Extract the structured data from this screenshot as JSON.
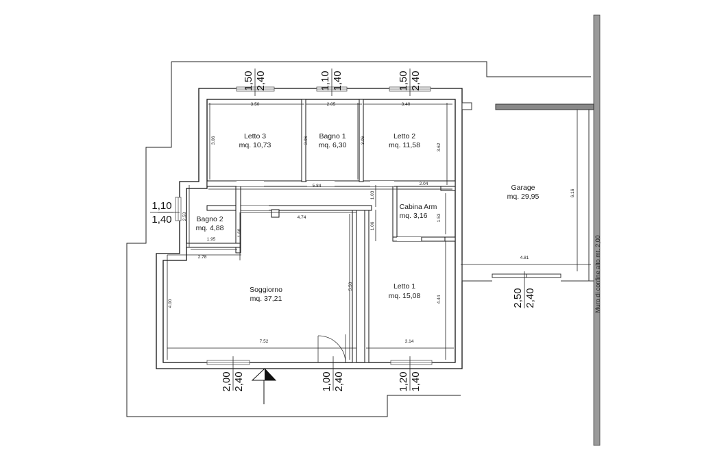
{
  "rooms": {
    "letto3": {
      "name": "Letto 3",
      "area": "mq. 10,73"
    },
    "bagno1": {
      "name": "Bagno 1",
      "area": "mq. 6,30"
    },
    "letto2": {
      "name": "Letto 2",
      "area": "mq. 11,58"
    },
    "bagno2": {
      "name": "Bagno 2",
      "area": "mq. 4,88"
    },
    "cabina": {
      "name": "Cabina Arm",
      "area": "mq. 3,16"
    },
    "soggiorno": {
      "name": "Soggiorno",
      "area": "mq. 37,21"
    },
    "letto1": {
      "name": "Letto 1",
      "area": "mq. 15,08"
    },
    "garage": {
      "name": "Garage",
      "area": "mq. 29,95"
    }
  },
  "dimensions": {
    "letto3_w": "3.50",
    "bagno1_w": "2.05",
    "letto2_w": "3.40",
    "letto3_h": "3.06",
    "bagno1_h": "3.06",
    "bagno1_h2": "3.06",
    "letto2_h": "3.62",
    "corridor_w": "5.84",
    "cabina_w": "2.04",
    "corridor_h": "1.03",
    "cabina_h": "1.53",
    "bagno2_h": "2.53",
    "hall_w": "4.74",
    "hall_h": "1.06",
    "bagno2_w": "1.95",
    "bagno2_h2": "1.60",
    "soggiorno_top": "2.78",
    "soggiorno_h": "4.00",
    "soggiorno_h2": "5.50",
    "letto1_h": "4.44",
    "soggiorno_w": "7.52",
    "letto1_w": "3.14",
    "garage_w": "4.81",
    "garage_h": "6.16"
  },
  "openings": {
    "top1": {
      "w": "1,50",
      "h": "2,40"
    },
    "top2": {
      "w": "1,10",
      "h": "1,40"
    },
    "top3": {
      "w": "1,50",
      "h": "2,40"
    },
    "left": {
      "w": "1,10",
      "h": "1,40"
    },
    "bot1": {
      "w": "2,00",
      "h": "2,40"
    },
    "bot2": {
      "w": "1,00",
      "h": "2,40"
    },
    "bot3": {
      "w": "1,20",
      "h": "1,40"
    },
    "garage": {
      "w": "2,50",
      "h": "2,40"
    }
  },
  "boundary_note": "Muro di confine alto mt. 2,00"
}
